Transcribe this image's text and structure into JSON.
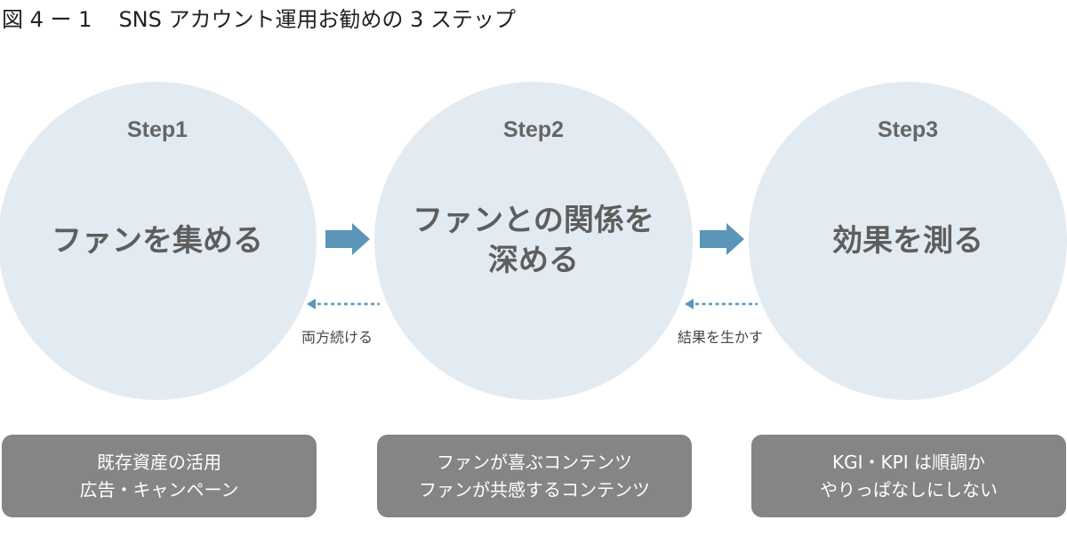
{
  "figure": {
    "number": "図 4 ー 1",
    "title": "SNS アカウント運用お勧めの 3 ステップ"
  },
  "steps": [
    {
      "label": "Step1",
      "title_lines": [
        "ファンを集める"
      ]
    },
    {
      "label": "Step2",
      "title_lines": [
        "ファンとの関係を",
        "深める"
      ]
    },
    {
      "label": "Step3",
      "title_lines": [
        "効果を測る"
      ]
    }
  ],
  "feedback_labels": [
    "両方続ける",
    "結果を生かす"
  ],
  "details": [
    {
      "lines": [
        "既存資産の活用",
        "広告・キャンペーン"
      ]
    },
    {
      "lines": [
        "ファンが喜ぶコンテンツ",
        "ファンが共感するコンテンツ"
      ]
    },
    {
      "lines": [
        "KGI・KPI は順調か",
        "やりっぱなしにしない"
      ]
    }
  ],
  "colors": {
    "circle_fill": "#e2ebf1",
    "arrow_fill": "#5b95b8",
    "box_fill": "#858585",
    "text_main": "#5e5e5e"
  }
}
